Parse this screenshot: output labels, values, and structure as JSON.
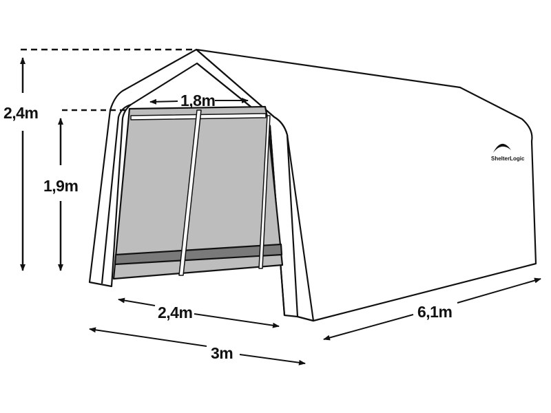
{
  "diagram": {
    "subject": "Portable garage / shelter tent dimensions",
    "brand_logo": "ShelterLogic",
    "colors": {
      "outline": "#111111",
      "body": "#ffffff",
      "door_panel": "#bdbdbd",
      "door_stripe": "#7a7a7a",
      "background": "#ffffff"
    },
    "dimensions": {
      "total_height": "2,4m",
      "door_height": "1,9m",
      "door_top_width": "1,8m",
      "door_bottom_width": "2,4m",
      "total_width": "3m",
      "length": "6,1m"
    }
  }
}
